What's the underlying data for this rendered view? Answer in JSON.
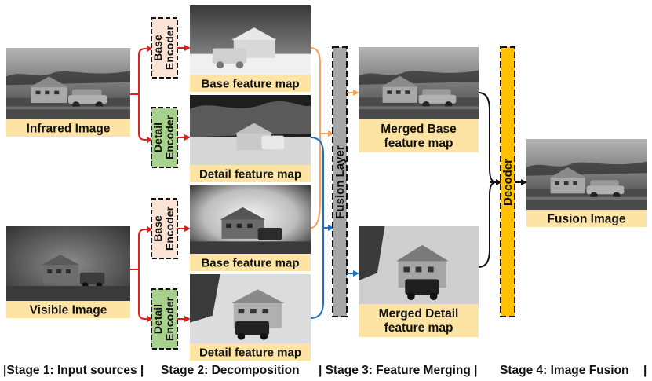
{
  "inputs": {
    "infrared_label": "Infrared Image",
    "visible_label": "Visible Image"
  },
  "encoders": {
    "base_line1": "Base",
    "base_line2": "Encoder",
    "detail_line1": "Detail",
    "detail_line2": "Encoder"
  },
  "feature_maps": {
    "ir_base": "Base feature map",
    "ir_detail": "Detail feature map",
    "vis_base": "Base feature map",
    "vis_detail": "Detail feature map"
  },
  "fusion_layer": "Fusion Layer",
  "merged": {
    "base_line1": "Merged Base",
    "base_line2": "feature map",
    "detail_line1": "Merged Detail",
    "detail_line2": "feature map"
  },
  "decoder": "Decoder",
  "output_label": "Fusion Image",
  "stages": {
    "s1": "|Stage 1: Input sources |",
    "s2": "Stage 2: Decomposition",
    "s3": "| Stage 3: Feature Merging |",
    "s4": "Stage 4: Image Fusion",
    "end": "|"
  },
  "colors": {
    "label_bg": "#fde4a5",
    "base_encoder_bg": "#fbe3d6",
    "detail_encoder_bg": "#a9d18e",
    "fusion_layer_bg": "#a6a6a6",
    "decoder_bg": "#ffc000",
    "red_arrow": "#e0201b",
    "orange_arrow": "#f4a460",
    "blue_arrow": "#1f6fbf"
  }
}
